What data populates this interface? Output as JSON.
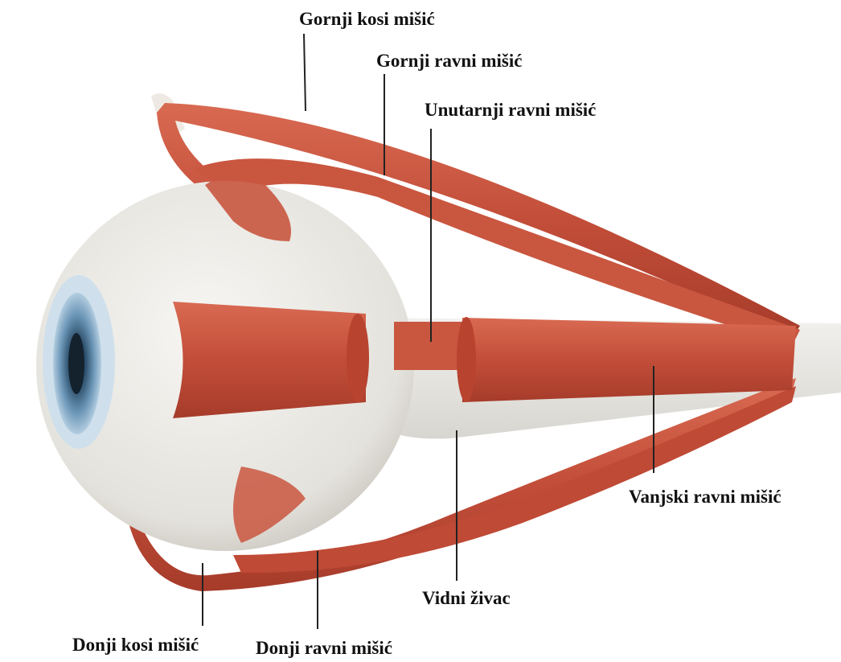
{
  "labels": {
    "gornji_kosi": "Gornji kosi mišić",
    "gornji_ravni": "Gornji ravni mišić",
    "unutarnji_ravni": "Unutarnji ravni mišić",
    "vanjski_ravni": "Vanjski ravni mišić",
    "vidni_zivac": "Vidni živac",
    "donji_kosi": "Donji kosi mišić",
    "donji_ravni": "Donji ravni mišić"
  },
  "colors": {
    "muscle": "#c8553f",
    "muscle_dark": "#a83e2c",
    "sclera": "#e9e7e2",
    "iris": "#7fa6c4",
    "nerve": "#e6e4df",
    "leader": "#222222"
  }
}
